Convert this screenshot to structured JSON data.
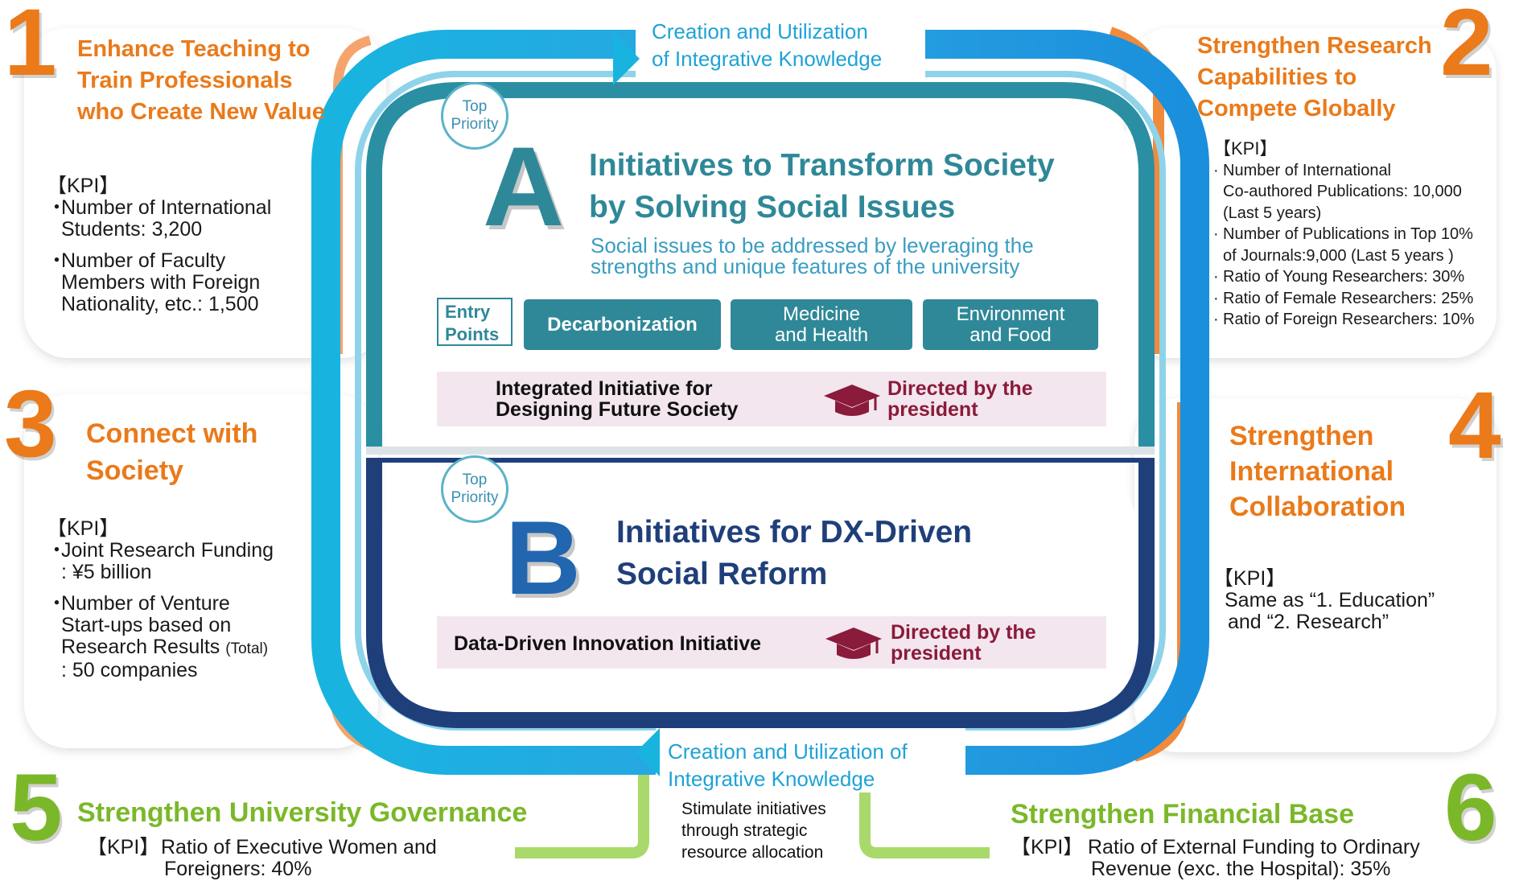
{
  "colors": {
    "orange": "#ea7a1a",
    "green": "#7ab829",
    "teal": "#2f8898",
    "navy": "#1f3f7a",
    "cyan": "#17b0e0",
    "maroon": "#8a1b3a"
  },
  "flow": {
    "top_label": [
      "Creation and Utilization",
      "of Integrative Knowledge"
    ],
    "bottom_label": [
      "Creation and Utilization of",
      "Integrative Knowledge"
    ],
    "bottom_note": [
      "Stimulate initiatives",
      "through strategic",
      "resource allocation"
    ]
  },
  "items": [
    {
      "number": "1",
      "title": [
        "Enhance Teaching to",
        "Train Professionals",
        "who Create New Value"
      ],
      "kpi_label": "【KPI】",
      "kpis": [
        [
          "Number of International",
          "Students: 3,200"
        ],
        [
          "Number of Faculty",
          "Members with Foreign",
          "Nationality, etc.: 1,500"
        ]
      ]
    },
    {
      "number": "2",
      "title": [
        "Strengthen Research",
        "Capabilities to",
        "Compete Globally"
      ],
      "kpi_label": "【KPI】",
      "kpis": [
        [
          "Number of International",
          "Co-authored Publications: 10,000",
          "(Last 5 years)"
        ],
        [
          "Number of Publications in Top 10%",
          "of Journals:9,000 (Last 5 years )"
        ],
        [
          "Ratio of Young Researchers: 30%"
        ],
        [
          "Ratio of Female Researchers: 25%"
        ],
        [
          "Ratio of Foreign Researchers: 10%"
        ]
      ]
    },
    {
      "number": "3",
      "title": [
        "Connect with",
        "Society"
      ],
      "kpi_label": "【KPI】",
      "kpis": [
        [
          "Joint Research Funding",
          ": ¥5 billion"
        ],
        [
          "Number of Venture",
          "Start-ups based on",
          "Research Results",
          ": 50 companies"
        ]
      ],
      "total_note": "(Total)"
    },
    {
      "number": "4",
      "title": [
        "Strengthen",
        "International",
        "Collaboration"
      ],
      "kpi_label": "【KPI】",
      "kpis": [
        [
          "Same as “1. Education”",
          "and “2. Research”"
        ]
      ]
    },
    {
      "number": "5",
      "title": [
        "Strengthen University Governance"
      ],
      "kpi_label": "【KPI】",
      "kpis": [
        [
          "Ratio of Executive Women and",
          "Foreigners: 40%"
        ]
      ]
    },
    {
      "number": "6",
      "title": [
        "Strengthen Financial Base"
      ],
      "kpi_label": "【KPI】",
      "kpis": [
        [
          "Ratio of External Funding to Ordinary",
          "Revenue (exc. the Hospital): 35%"
        ]
      ]
    }
  ],
  "section_a": {
    "letter": "A",
    "priority": [
      "Top",
      "Priority"
    ],
    "title": [
      "Initiatives to Transform Society",
      "by Solving Social Issues"
    ],
    "subtitle": [
      "Social issues to be addressed by leveraging the",
      "strengths and unique features of the university"
    ],
    "entry_label": [
      "Entry",
      "Points"
    ],
    "entry_points": [
      [
        "Decarbonization"
      ],
      [
        "Medicine",
        "and Health"
      ],
      [
        "Environment",
        "and Food"
      ]
    ],
    "initiative": [
      "Integrated Initiative for",
      "Designing Future Society"
    ],
    "directed": [
      "Directed by the",
      "president"
    ]
  },
  "section_b": {
    "letter": "B",
    "priority": [
      "Top",
      "Priority"
    ],
    "title": [
      "Initiatives for DX-Driven",
      "Social Reform"
    ],
    "initiative": [
      "Data-Driven Innovation Initiative"
    ],
    "directed": [
      "Directed by the",
      "president"
    ]
  }
}
